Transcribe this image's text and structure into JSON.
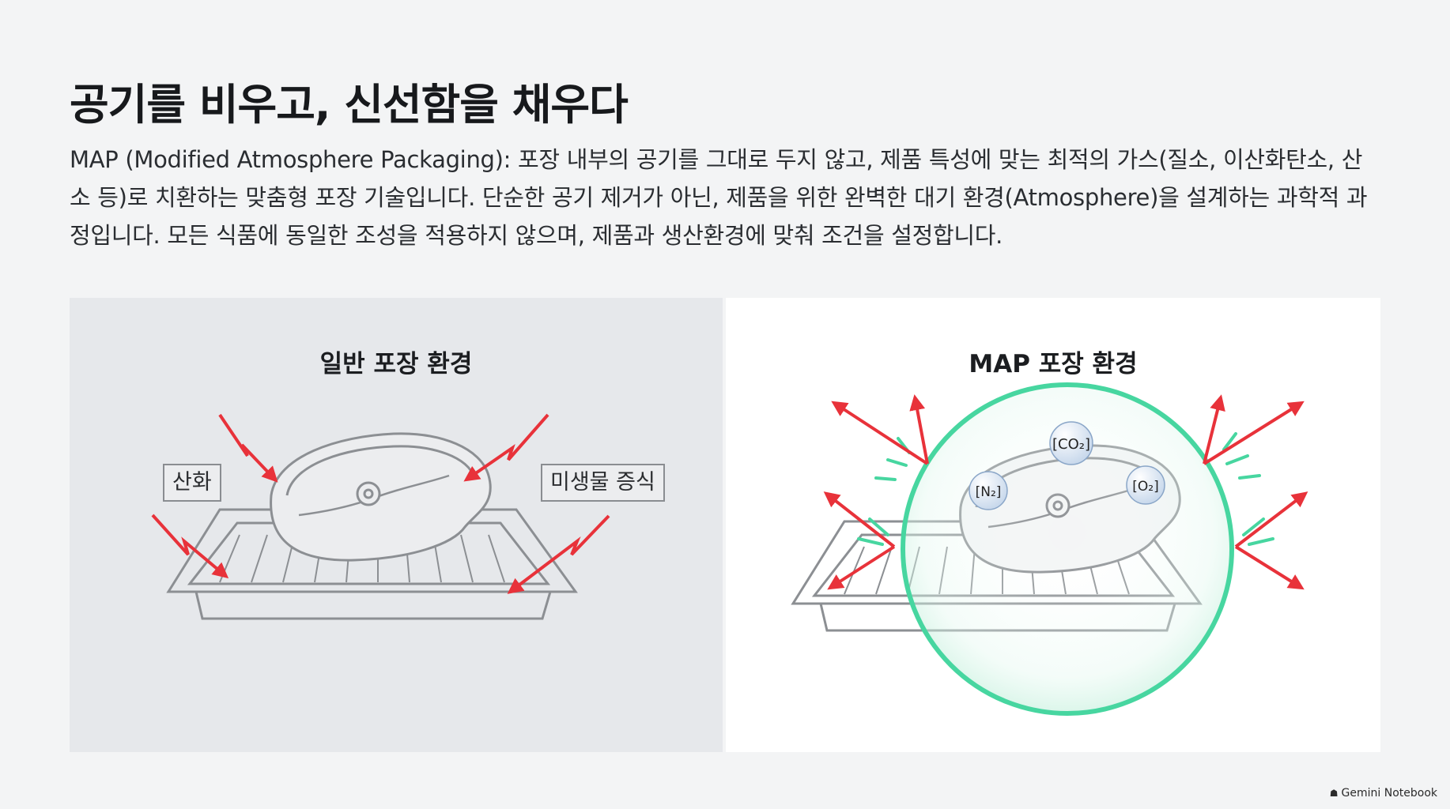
{
  "title": "공기를 비우고, 신선함을 채우다",
  "description": "MAP (Modified Atmosphere Packaging): 포장 내부의 공기를 그대로 두지 않고, 제품 특성에 맞는 최적의 가스(질소, 이산화탄소, 산소 등)로 치환하는 맞춤형 포장 기술입니다. 단순한 공기 제거가 아닌, 제품을 위한 완벽한 대기 환경(Atmosphere)을 설계하는 과학적 과정입니다. 모든 식품에 동일한 조성을 적용하지 않으며, 제품과 생산환경에 맞춰 조건을 설정합니다.",
  "left_panel": {
    "title": "일반 포장 환경",
    "label_oxidation": "산화",
    "label_microbe": "미생물 증식"
  },
  "right_panel": {
    "title": "MAP 포장 환경",
    "gases": {
      "co2": "[CO₂]",
      "n2": "[N₂]",
      "o2": "[O₂]"
    }
  },
  "watermark": "Gemini Notebook",
  "colors": {
    "threat_arrow": "#e8323a",
    "shield": "#47d6a0",
    "line_art": "#8c8f93"
  }
}
